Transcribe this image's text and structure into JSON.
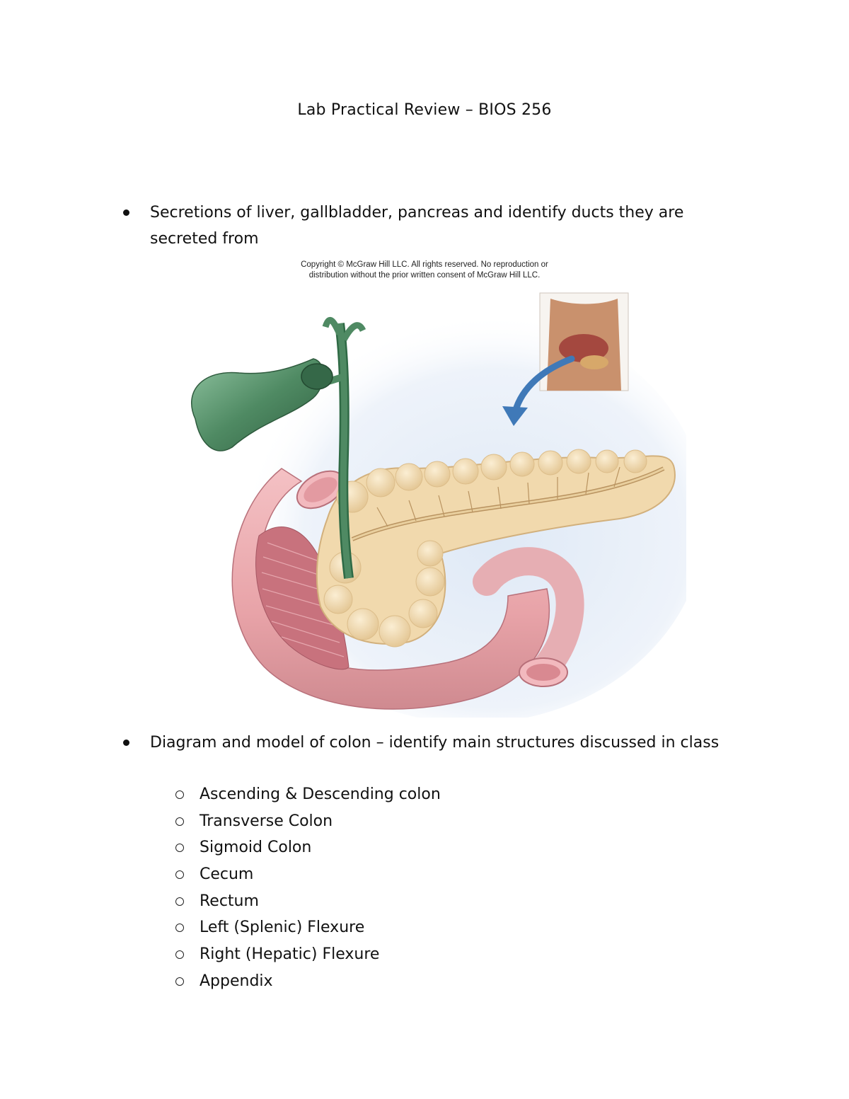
{
  "document": {
    "title": "Lab Practical Review – BIOS 256",
    "bullets": [
      {
        "text": "Secretions of liver, gallbladder, pancreas and identify ducts they are secreted from"
      },
      {
        "text": "Diagram and model of colon – identify main structures discussed in class"
      }
    ],
    "colon_structures": [
      "Ascending & Descending colon",
      "Transverse Colon",
      "Sigmoid Colon",
      "Cecum",
      "Rectum",
      "Left (Splenic) Flexure",
      "Right (Hepatic) Flexure",
      "Appendix"
    ]
  },
  "figure": {
    "copyright_line1": "Copyright © McGraw Hill LLC. All rights reserved. No reproduction or",
    "copyright_line2": "distribution without the prior written consent of McGraw Hill LLC.",
    "colors": {
      "gallbladder": "#4f8a63",
      "pancreas": "#f1d9ad",
      "duodenum": "#e8a3a8",
      "duodenum_inner": "#c8727d",
      "background_glow": "#dfe9f6",
      "arrow": "#3f79b8"
    }
  }
}
